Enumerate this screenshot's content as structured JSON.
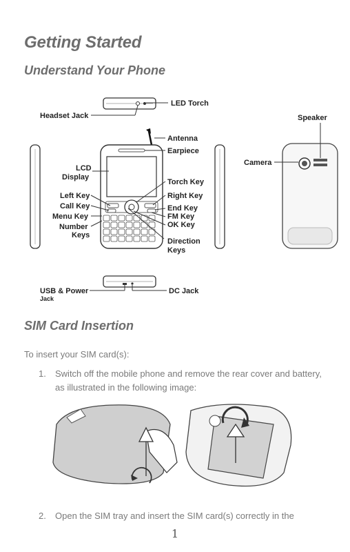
{
  "title": "Getting Started",
  "section1": "Understand Your Phone",
  "diagram": {
    "labels": {
      "headset_jack": "Headset Jack",
      "led_torch": "LED Torch",
      "speaker": "Speaker",
      "antenna": "Antenna",
      "earpiece": "Earpiece",
      "lcd_display_1": "LCD",
      "lcd_display_2": "Display",
      "torch_key": "Torch Key",
      "left_key": "Left Key",
      "right_key": "Right Key",
      "call_key": "Call Key",
      "end_key": "End Key",
      "menu_key": "Menu Key",
      "fm_key": "FM Key",
      "number_keys_1": "Number",
      "number_keys_2": "Keys",
      "ok_key": "OK Key",
      "direction_keys_1": "Direction",
      "direction_keys_2": "Keys",
      "camera": "Camera",
      "usb_power_1": "USB & Power",
      "usb_power_2": "Jack",
      "dc_jack": "DC Jack"
    }
  },
  "section2": "SIM Card Insertion",
  "intro": "To insert your SIM card(s):",
  "steps": [
    {
      "num": "1.",
      "text": "Switch off the mobile phone and remove the rear cover and battery, as illustrated in the following image:"
    },
    {
      "num": "2.",
      "text": "Open the SIM tray and insert the SIM card(s) correctly in the"
    }
  ],
  "page_number": "1"
}
